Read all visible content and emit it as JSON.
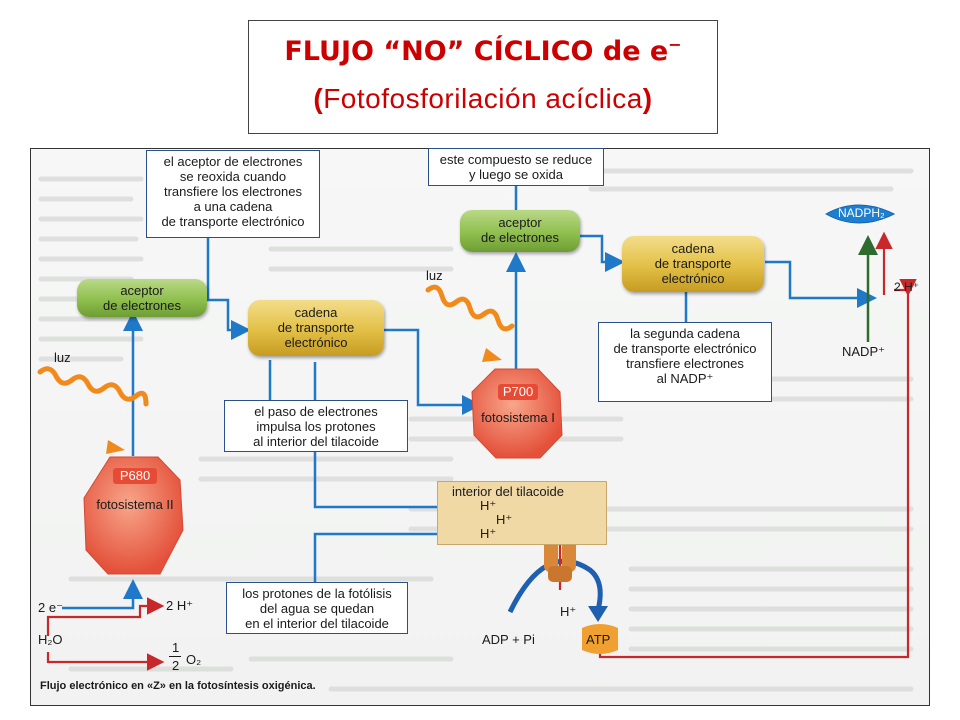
{
  "title": {
    "line1": "FLUJO “NO” CÍCLICO de e",
    "line1_sup": "−",
    "line2_open": "(",
    "line2_text": "Fotofosforilación acíclica",
    "line2_close": ")",
    "color": "#cc0000"
  },
  "notes": {
    "top_left": [
      "el aceptor de electrones",
      "se reoxida cuando",
      "transfiere los electrones",
      "a una cadena",
      "de transporte electrónico"
    ],
    "top_center": [
      "este compuesto se reduce",
      "y luego se oxida"
    ],
    "right": [
      "la segunda cadena",
      "de transporte electrónico",
      "transfiere electrones",
      "al NADP⁺"
    ],
    "center": [
      "el paso de electrones",
      "impulsa los protones",
      "al interior del tilacoide"
    ],
    "bottom": [
      "los protones de la fotólisis",
      "del agua se quedan",
      "en el interior del tilacoide"
    ]
  },
  "pills": {
    "acceptor1": [
      "aceptor",
      "de electrones"
    ],
    "chain1": [
      "cadena",
      "de transporte",
      "electrónico"
    ],
    "acceptor2": [
      "aceptor",
      "de electrones"
    ],
    "chain2": [
      "cadena",
      "de transporte",
      "electrónico"
    ]
  },
  "photosystems": {
    "ps2_name": "P680",
    "ps2_label": "fotosistema II",
    "ps1_name": "P700",
    "ps1_label": "fotosistema I"
  },
  "labels": {
    "luz_left": "luz",
    "luz_center": "luz",
    "nadph": "NADPH₂",
    "nadp": "NADP⁺",
    "two_h_right": "2 H⁺",
    "interior": "interior del tilacoide",
    "h1": "H⁺",
    "h2": "H⁺",
    "h3": "H⁺",
    "h_atp": "H⁺",
    "adp": "ADP + Pi",
    "atp": "ATP",
    "two_e": "2 e⁻",
    "two_h_left": "2 H⁺",
    "h2o": "H₂O",
    "half": "1",
    "half_den": "2",
    "o2": "O₂",
    "caption": "Flujo electrónico en «Z» en la fotosíntesis oxigénica."
  },
  "colors": {
    "electron_flow": "#1f78c8",
    "proton_flow": "#c8282a",
    "nadp_arrow": "#2e6b2e",
    "luz_wave": "#f08a1c",
    "photosystem": "#f06a4a",
    "acceptor_green": "#8fbf4d",
    "chain_gold": "#e2bf45",
    "nadph_blue": "#1e7fd0",
    "atp_orange": "#f0a030",
    "interior_bg": "#f1d9a6"
  }
}
